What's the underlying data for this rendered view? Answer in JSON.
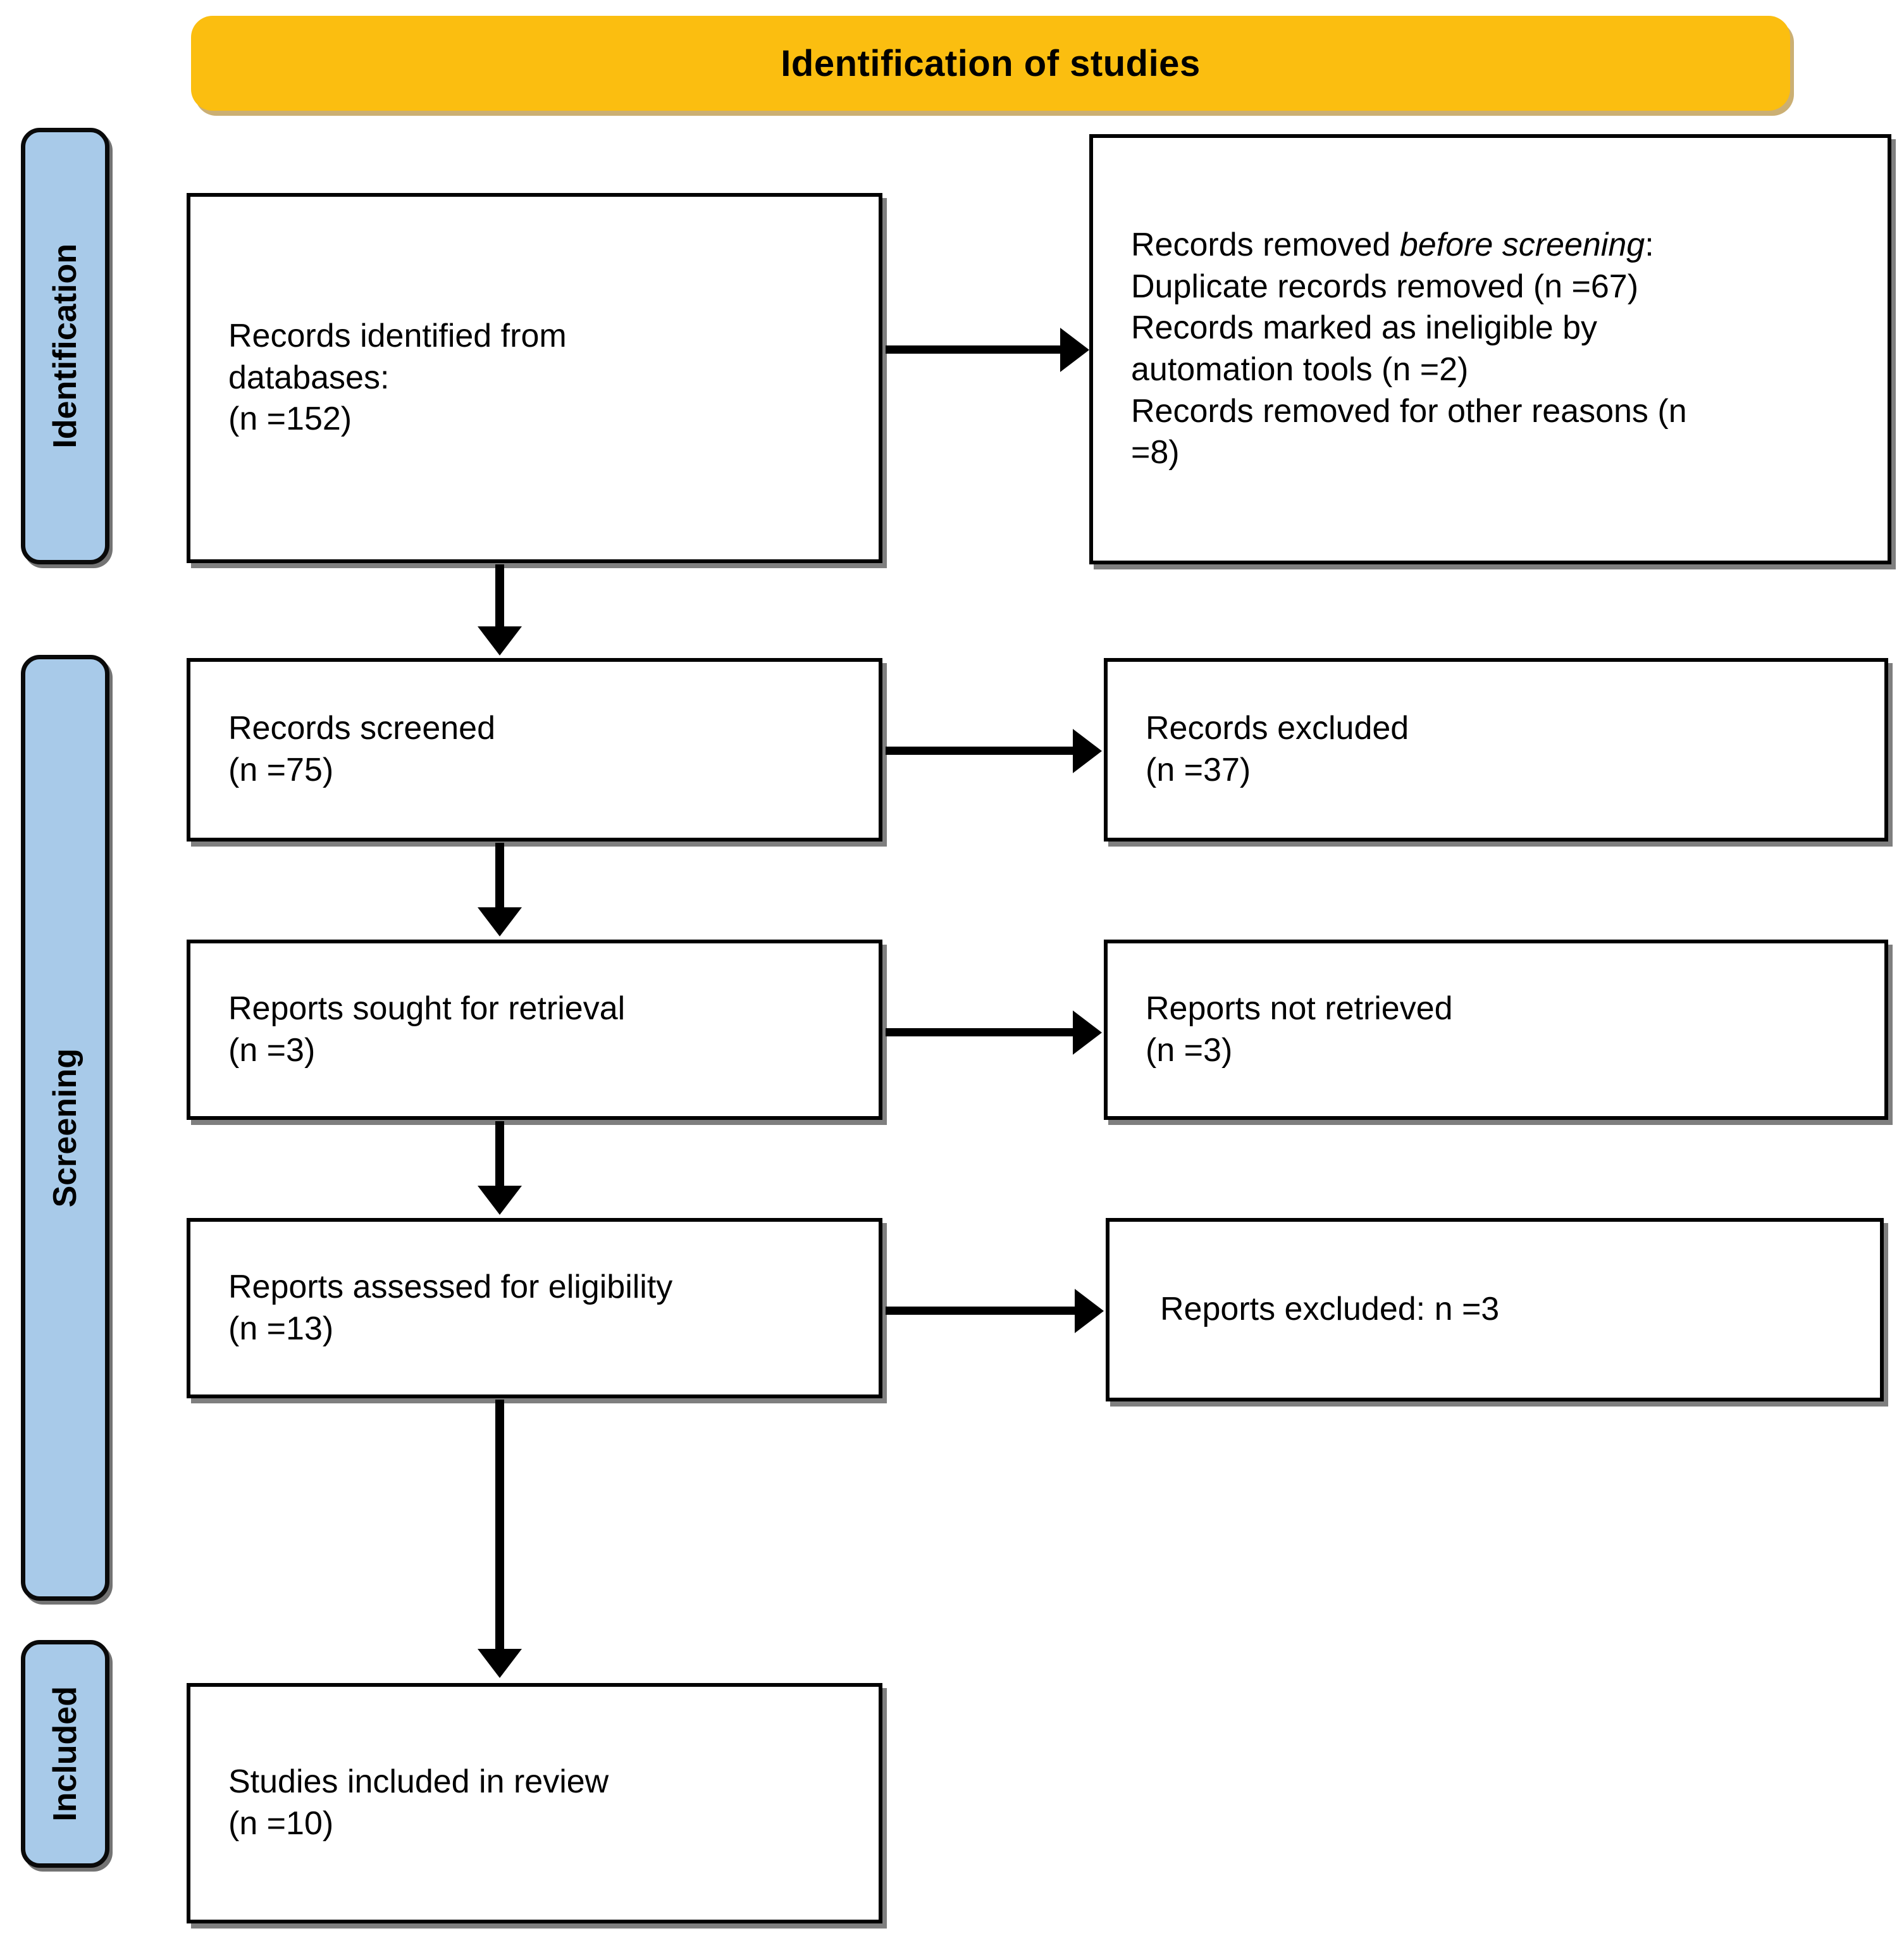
{
  "banner": {
    "title": "Identification of studies",
    "color": "#FBBE10"
  },
  "stages": {
    "identification": "Identification",
    "screening": "Screening",
    "included": "Included",
    "color": "#A8CAE9"
  },
  "boxes": {
    "identified": {
      "line1": "Records identified from",
      "line2": "databases:",
      "line3": "(n =152)"
    },
    "removed_before": {
      "line1_prefix": "Records removed ",
      "line1_italic": "before screening",
      "line1_suffix": ":",
      "line2": "Duplicate records removed (n =67)",
      "line3": "Records marked as ineligible by",
      "line4": "automation tools (n =2)",
      "line5": "Records removed for other reasons (n",
      "line6": "=8)"
    },
    "screened": {
      "line1": "Records screened",
      "line2": "(n =75)"
    },
    "records_excluded": {
      "line1": "Records excluded",
      "line2": "(n =37)"
    },
    "sought": {
      "line1": "Reports sought for retrieval",
      "line2": "(n =3)"
    },
    "not_retrieved": {
      "line1": "Reports not retrieved",
      "line2": "(n =3)"
    },
    "assessed": {
      "line1": "Reports assessed for eligibility",
      "line2": "(n =13)"
    },
    "reports_excluded": {
      "line1": "Reports excluded: n =3"
    },
    "included": {
      "line1": "Studies included in review",
      "line2": "(n =10)"
    }
  },
  "chart_data": {
    "type": "diagram",
    "title": "Identification of studies",
    "diagram_kind": "PRISMA 2020 flow diagram",
    "stages": [
      "Identification",
      "Screening",
      "Included"
    ],
    "nodes": [
      {
        "id": "identified",
        "stage": "Identification",
        "label": "Records identified from databases:",
        "n": 152
      },
      {
        "id": "removed_before",
        "stage": "Identification",
        "label": "Records removed before screening",
        "details": [
          {
            "label": "Duplicate records removed",
            "n": 67
          },
          {
            "label": "Records marked as ineligible by automation tools",
            "n": 2
          },
          {
            "label": "Records removed for other reasons",
            "n": 8
          }
        ]
      },
      {
        "id": "screened",
        "stage": "Screening",
        "label": "Records screened",
        "n": 75
      },
      {
        "id": "records_excluded",
        "stage": "Screening",
        "label": "Records excluded",
        "n": 37
      },
      {
        "id": "sought",
        "stage": "Screening",
        "label": "Reports sought for retrieval",
        "n": 3
      },
      {
        "id": "not_retrieved",
        "stage": "Screening",
        "label": "Reports not retrieved",
        "n": 3
      },
      {
        "id": "assessed",
        "stage": "Screening",
        "label": "Reports assessed for eligibility",
        "n": 13
      },
      {
        "id": "reports_excluded",
        "stage": "Screening",
        "label": "Reports excluded",
        "n": 3
      },
      {
        "id": "included",
        "stage": "Included",
        "label": "Studies included in review",
        "n": 10
      }
    ],
    "edges": [
      {
        "from": "identified",
        "to": "removed_before",
        "direction": "right"
      },
      {
        "from": "identified",
        "to": "screened",
        "direction": "down"
      },
      {
        "from": "screened",
        "to": "records_excluded",
        "direction": "right"
      },
      {
        "from": "screened",
        "to": "sought",
        "direction": "down"
      },
      {
        "from": "sought",
        "to": "not_retrieved",
        "direction": "right"
      },
      {
        "from": "sought",
        "to": "assessed",
        "direction": "down"
      },
      {
        "from": "assessed",
        "to": "reports_excluded",
        "direction": "right"
      },
      {
        "from": "assessed",
        "to": "included",
        "direction": "down"
      }
    ]
  }
}
